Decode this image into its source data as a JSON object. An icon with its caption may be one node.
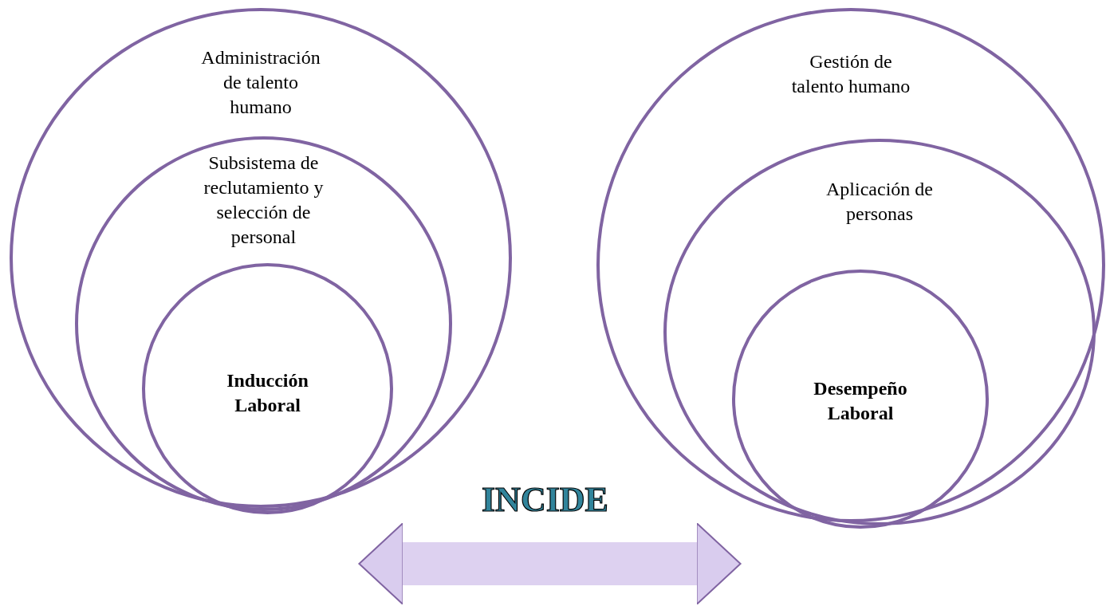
{
  "diagram": {
    "nodes": [
      {
        "text": [
          "Administración de talento humano"
        ]
      },
      {
        "text": [
          "Subsistema de reclutamiento y selección de personal"
        ],
        "in": 0
      },
      {
        "text": [
          "Inducción Laboral"
        ],
        "in": 1
      },
      {
        "text": [
          "Gestión de talento humano"
        ]
      },
      {
        "text": [
          "Aplicación de personas"
        ],
        "in": 3
      },
      {
        "text": [
          "Desempeño Laboral"
        ],
        "in": 4
      }
    ],
    "edges": [
      {
        "from": 0,
        "to": 3,
        "arrow": "both",
        "label": "INCIDE"
      }
    ]
  }
}
